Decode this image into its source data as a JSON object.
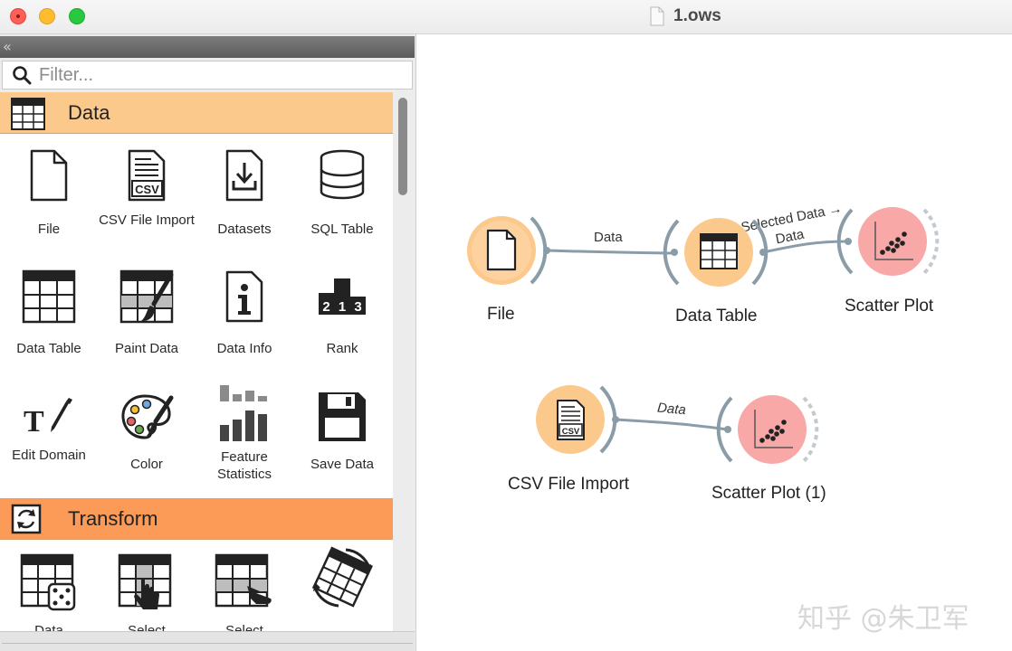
{
  "window": {
    "title": "1.ows"
  },
  "toolbox": {
    "filter_placeholder": "Filter...",
    "categories": [
      {
        "name": "Data",
        "color": "#fcc98c"
      },
      {
        "name": "Transform",
        "color": "#fb9b57"
      }
    ],
    "data_widgets": [
      {
        "label": "File",
        "icon": "file-icon"
      },
      {
        "label": "CSV File Import",
        "icon": "csv-file-icon"
      },
      {
        "label": "Datasets",
        "icon": "datasets-icon"
      },
      {
        "label": "SQL Table",
        "icon": "database-icon"
      },
      {
        "label": "Data Table",
        "icon": "table-icon"
      },
      {
        "label": "Paint Data",
        "icon": "paint-data-icon"
      },
      {
        "label": "Data Info",
        "icon": "info-icon"
      },
      {
        "label": "Rank",
        "icon": "rank-podium-icon"
      },
      {
        "label": "Edit Domain",
        "icon": "edit-domain-icon"
      },
      {
        "label": "Color",
        "icon": "palette-icon"
      },
      {
        "label": "Feature Statistics",
        "icon": "feature-statistics-icon"
      },
      {
        "label": "Save Data",
        "icon": "floppy-disk-icon"
      }
    ],
    "transform_widgets": [
      {
        "label": "Data",
        "icon": "data-sampler-icon"
      },
      {
        "label": "Select",
        "icon": "select-columns-icon"
      },
      {
        "label": "Select",
        "icon": "select-rows-icon"
      },
      {
        "label": "",
        "icon": "transpose-icon"
      }
    ]
  },
  "canvas": {
    "nodes": [
      {
        "label": "File",
        "icon": "file-icon",
        "color": "#fcc98c"
      },
      {
        "label": "Data Table",
        "icon": "table-icon",
        "color": "#fcc98c"
      },
      {
        "label": "Scatter Plot",
        "icon": "scatter-plot-icon",
        "color": "#f9a8a8"
      },
      {
        "label": "CSV File Import",
        "icon": "csv-file-icon",
        "color": "#fcc98c"
      },
      {
        "label": "Scatter Plot (1)",
        "icon": "scatter-plot-icon",
        "color": "#f9a8a8"
      }
    ],
    "links": [
      {
        "label": "Data"
      },
      {
        "label_line1": "Selected Data →",
        "label_line2": "Data"
      },
      {
        "label": "Data"
      }
    ]
  },
  "watermark": "知乎 @朱卫军"
}
